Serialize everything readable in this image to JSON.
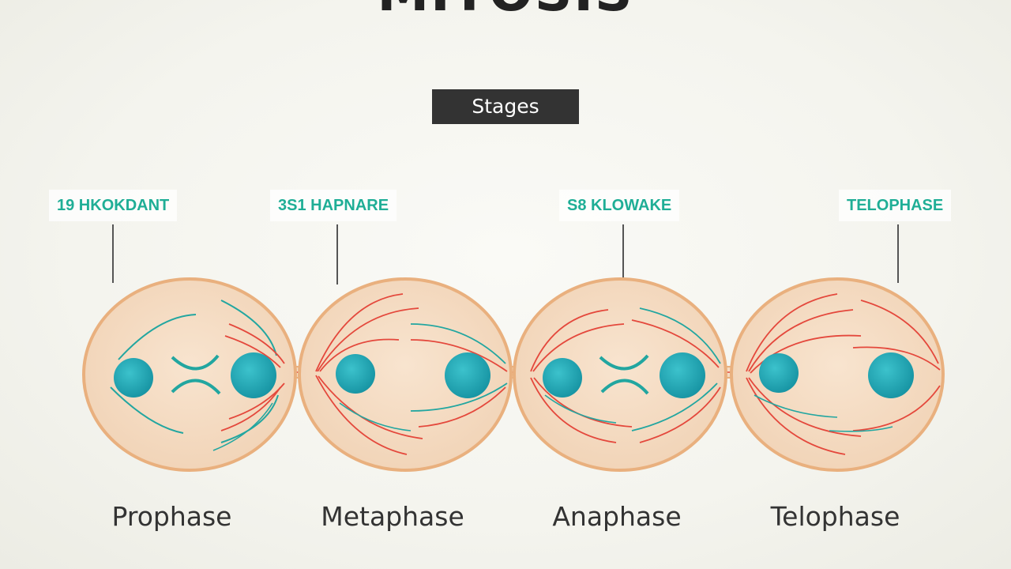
{
  "title": "MITOSIS",
  "stages_badge": "Stages",
  "callouts": [
    "19 HKOKDANT",
    "3S1 HAPNARE",
    "S8 KLOWAKE",
    "TELOPHASE"
  ],
  "stage_labels": [
    "Prophase",
    "Metaphase",
    "Anaphase",
    "Telophase"
  ],
  "colors": {
    "cell_fill": "#f5dcc4",
    "cell_outline": "#e9b07e",
    "nucleus": "#1ba7b4",
    "spindle_red": "#e4483c",
    "spindle_teal": "#22a6a0",
    "callout_text": "#1fae96",
    "badge_bg": "#333333"
  }
}
